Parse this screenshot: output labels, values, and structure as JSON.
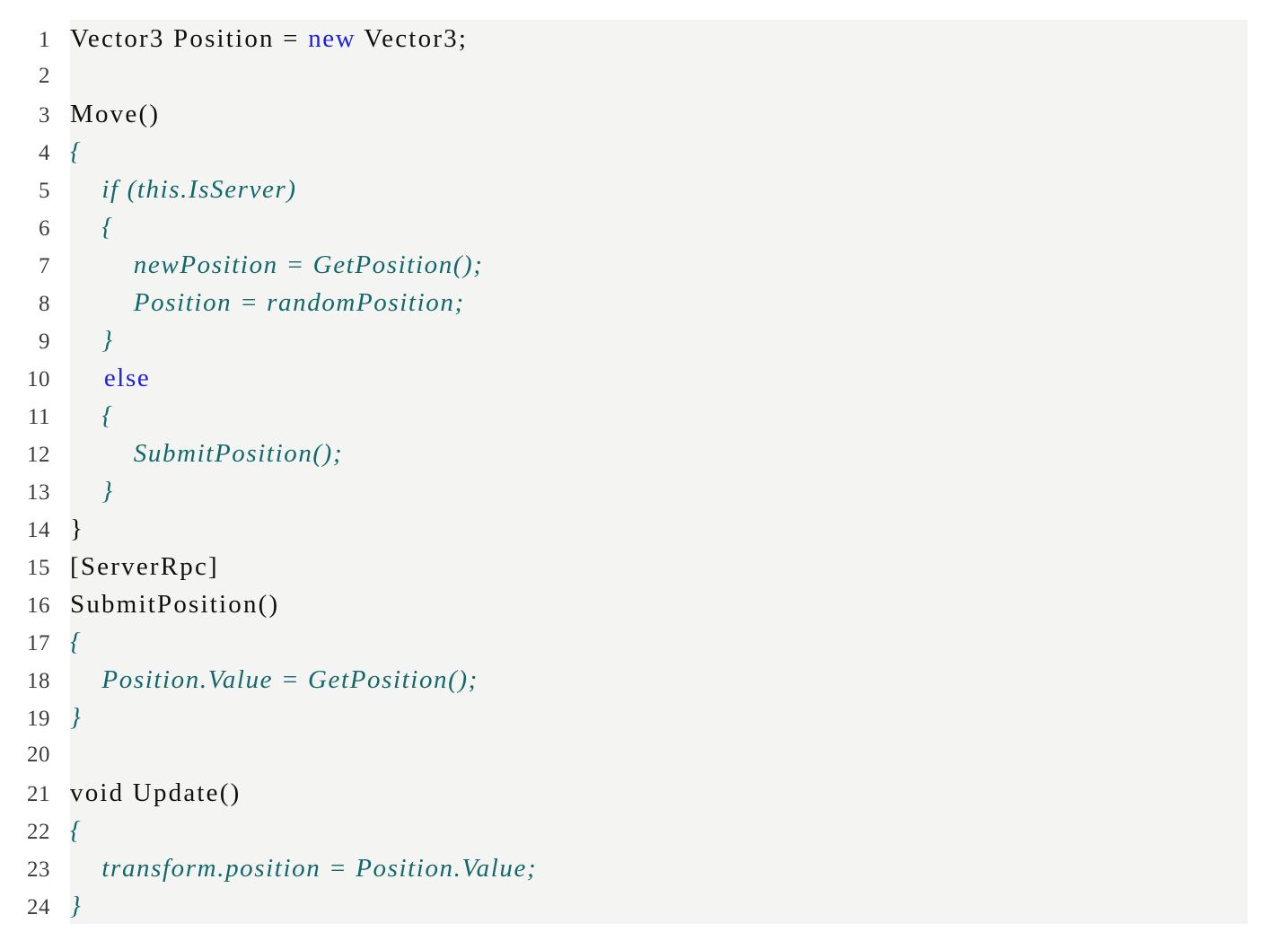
{
  "listing": {
    "language": "C#",
    "background_color": "#f4f4f2",
    "page_color": "#ffffff",
    "line_number_color": "#3c3c3c",
    "colors": {
      "plain": "#101010",
      "keyword": "#1f1fe0",
      "identifier": "#12696b"
    },
    "first_line_number": 1,
    "last_line_number": 24,
    "lines": [
      {
        "number": "1",
        "tokens": [
          {
            "text": "Vector3 Position = ",
            "kind": "plain"
          },
          {
            "text": "new",
            "kind": "keyword"
          },
          {
            "text": " Vector3;",
            "kind": "plain"
          }
        ]
      },
      {
        "number": "2",
        "tokens": [
          {
            "text": "",
            "kind": "blank"
          }
        ]
      },
      {
        "number": "3",
        "tokens": [
          {
            "text": "Move()",
            "kind": "plain"
          }
        ]
      },
      {
        "number": "4",
        "tokens": [
          {
            "text": "{",
            "kind": "identifier"
          }
        ]
      },
      {
        "number": "5",
        "tokens": [
          {
            "text": "    if (this.IsServer)",
            "kind": "identifier"
          }
        ]
      },
      {
        "number": "6",
        "tokens": [
          {
            "text": "    {",
            "kind": "identifier"
          }
        ]
      },
      {
        "number": "7",
        "tokens": [
          {
            "text": "        newPosition = GetPosition();",
            "kind": "identifier"
          }
        ]
      },
      {
        "number": "8",
        "tokens": [
          {
            "text": "        Position = randomPosition;",
            "kind": "identifier"
          }
        ]
      },
      {
        "number": "9",
        "tokens": [
          {
            "text": "    }",
            "kind": "identifier"
          }
        ]
      },
      {
        "number": "10",
        "tokens": [
          {
            "text": "    ",
            "kind": "plain"
          },
          {
            "text": "else",
            "kind": "keyword"
          }
        ]
      },
      {
        "number": "11",
        "tokens": [
          {
            "text": "    {",
            "kind": "identifier"
          }
        ]
      },
      {
        "number": "12",
        "tokens": [
          {
            "text": "        SubmitPosition();",
            "kind": "identifier"
          }
        ]
      },
      {
        "number": "13",
        "tokens": [
          {
            "text": "    }",
            "kind": "identifier"
          }
        ]
      },
      {
        "number": "14",
        "tokens": [
          {
            "text": "}",
            "kind": "plain"
          }
        ]
      },
      {
        "number": "15",
        "tokens": [
          {
            "text": "[ServerRpc]",
            "kind": "plain"
          }
        ]
      },
      {
        "number": "16",
        "tokens": [
          {
            "text": "SubmitPosition()",
            "kind": "plain"
          }
        ]
      },
      {
        "number": "17",
        "tokens": [
          {
            "text": "{",
            "kind": "identifier"
          }
        ]
      },
      {
        "number": "18",
        "tokens": [
          {
            "text": "    Position.Value = GetPosition();",
            "kind": "identifier"
          }
        ]
      },
      {
        "number": "19",
        "tokens": [
          {
            "text": "}",
            "kind": "identifier"
          }
        ]
      },
      {
        "number": "20",
        "tokens": [
          {
            "text": "",
            "kind": "blank"
          }
        ]
      },
      {
        "number": "21",
        "tokens": [
          {
            "text": "void Update()",
            "kind": "plain"
          }
        ]
      },
      {
        "number": "22",
        "tokens": [
          {
            "text": "{",
            "kind": "identifier"
          }
        ]
      },
      {
        "number": "23",
        "tokens": [
          {
            "text": "    transform.position = Position.Value;",
            "kind": "identifier"
          }
        ]
      },
      {
        "number": "24",
        "tokens": [
          {
            "text": "}",
            "kind": "identifier"
          }
        ]
      }
    ]
  }
}
